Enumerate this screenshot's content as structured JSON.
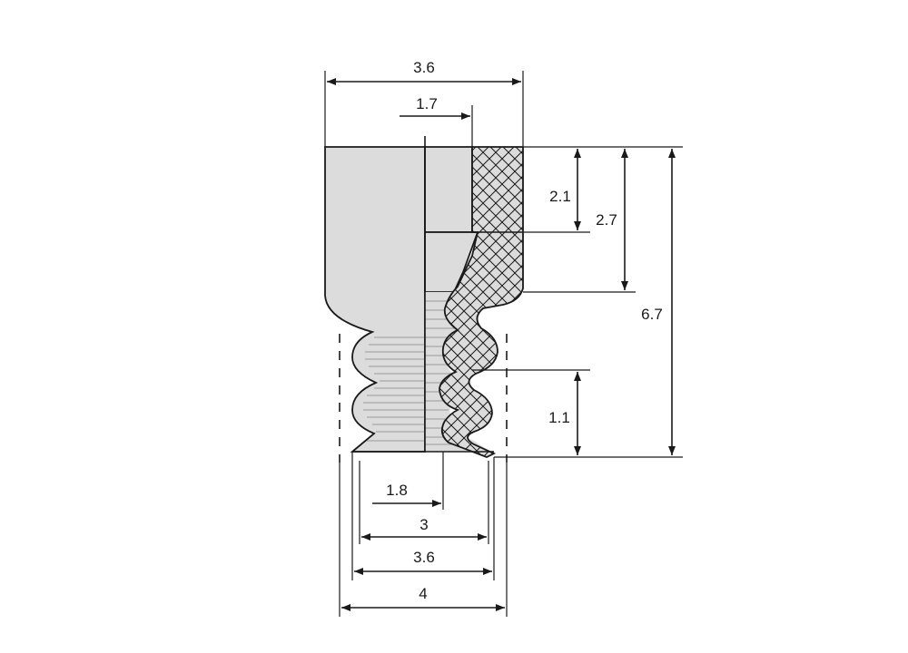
{
  "dimensions": {
    "top_outer_diameter": "3.6",
    "top_inner_half": "1.7",
    "upper_height": "2.1",
    "collar_height": "2.7",
    "total_height": "6.7",
    "bellows_height": "1.1",
    "bottom_inner_half": "1.8",
    "bottom_inner_diameter": "3",
    "bottom_lip_diameter": "3.6",
    "bottom_outer_diameter": "4"
  },
  "colors": {
    "body": "#dcdcdc",
    "line": "#1a1a1a"
  }
}
